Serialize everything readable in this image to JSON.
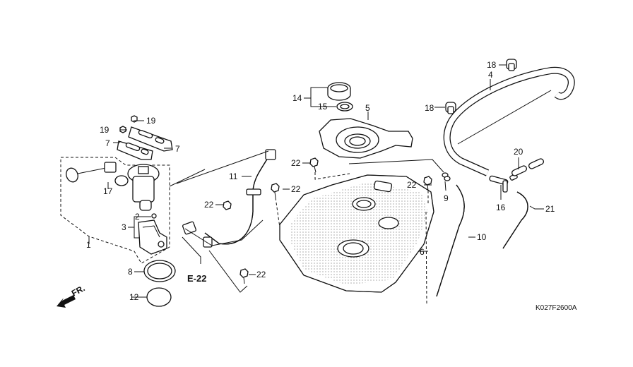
{
  "diagram": {
    "title": "Fuel tank parts diagram",
    "figure_code": "K027F2600A",
    "reference": "E-22",
    "direction_indicator": "FR.",
    "callouts": [
      {
        "id": "c1",
        "number": "1",
        "part": "fuel pump assembly"
      },
      {
        "id": "c2",
        "number": "2",
        "part": "nut"
      },
      {
        "id": "c3",
        "number": "3",
        "part": "filter"
      },
      {
        "id": "c4",
        "number": "4",
        "part": "breather hose"
      },
      {
        "id": "c5",
        "number": "5",
        "part": "filler neck cover"
      },
      {
        "id": "c6",
        "number": "6",
        "part": "fuel tank"
      },
      {
        "id": "c7a",
        "number": "7",
        "part": "bracket"
      },
      {
        "id": "c7b",
        "number": "7",
        "part": "bracket"
      },
      {
        "id": "c8",
        "number": "8",
        "part": "setting plate"
      },
      {
        "id": "c9",
        "number": "9",
        "part": "joint"
      },
      {
        "id": "c10",
        "number": "10",
        "part": "drain hose"
      },
      {
        "id": "c11",
        "number": "11",
        "part": "fuel feed hose"
      },
      {
        "id": "c12",
        "number": "12",
        "part": "packing"
      },
      {
        "id": "c14",
        "number": "14",
        "part": "fuel fill cap"
      },
      {
        "id": "c15",
        "number": "15",
        "part": "cap gasket"
      },
      {
        "id": "c16",
        "number": "16",
        "part": "three-way joint"
      },
      {
        "id": "c17",
        "number": "17",
        "part": "fuel unit"
      },
      {
        "id": "c18a",
        "number": "18",
        "part": "clip"
      },
      {
        "id": "c18b",
        "number": "18",
        "part": "clip"
      },
      {
        "id": "c19a",
        "number": "19",
        "part": "nut"
      },
      {
        "id": "c19b",
        "number": "19",
        "part": "nut"
      },
      {
        "id": "c20",
        "number": "20",
        "part": "tube"
      },
      {
        "id": "c21",
        "number": "21",
        "part": "hose"
      },
      {
        "id": "c22a",
        "number": "22",
        "part": "bolt"
      },
      {
        "id": "c22b",
        "number": "22",
        "part": "bolt"
      },
      {
        "id": "c22c",
        "number": "22",
        "part": "bolt"
      },
      {
        "id": "c22d",
        "number": "22",
        "part": "bolt"
      },
      {
        "id": "c22e",
        "number": "22",
        "part": "bolt"
      }
    ]
  }
}
